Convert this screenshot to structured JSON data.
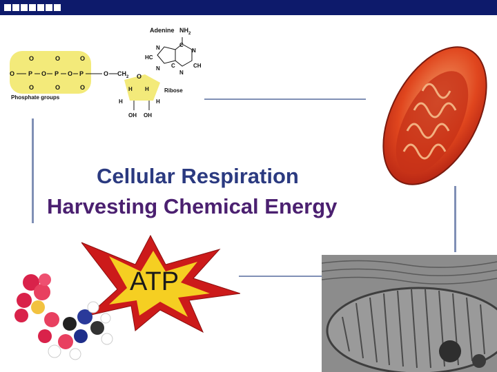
{
  "slide": {
    "title_line1": "Cellular Respiration",
    "title_line2": "Harvesting Chemical Energy",
    "starburst_label": "ATP"
  },
  "atp_structure": {
    "adenine_label": "Adenine",
    "nh2_label": "NH",
    "nh2_subscript": "2",
    "ribose_label": "Ribose",
    "phosphate_label": "Phosphate groups",
    "ch2_label": "CH",
    "ch2_subscript": "2",
    "oh_label": "OH",
    "o_minus": "O",
    "o_label": "O",
    "p_label": "P",
    "h_label": "H",
    "c_label": "C",
    "n_label": "N",
    "hc_label": "HC",
    "ch_label": "CH"
  },
  "colors": {
    "top_bar": "#0d1a6b",
    "title_line1": "#2b3a80",
    "title_line2": "#4b2070",
    "starburst_outer": "#cc1a1a",
    "starburst_inner": "#f5cf22",
    "phosphate_highlight": "#f3ea7a",
    "ribose_highlight": "#f3ea7a",
    "divider_lines": "#7f8fb5"
  }
}
